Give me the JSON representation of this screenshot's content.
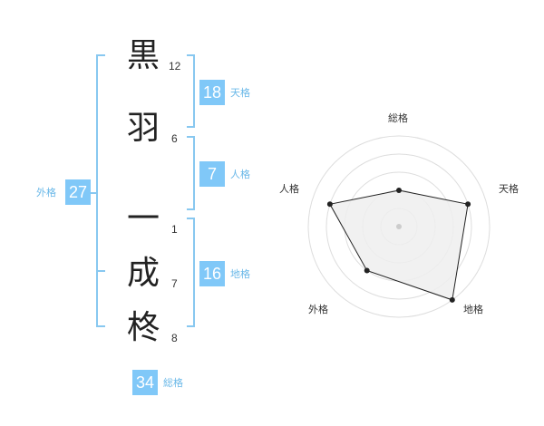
{
  "name": {
    "characters": [
      {
        "char": "黒",
        "strokes": "12"
      },
      {
        "char": "羽",
        "strokes": "6"
      },
      {
        "char": "一",
        "strokes": "1"
      },
      {
        "char": "成",
        "strokes": "7"
      },
      {
        "char": "柊",
        "strokes": "8"
      }
    ]
  },
  "fortune": {
    "tenkaku": {
      "value": "18",
      "label": "天格"
    },
    "jinkaku": {
      "value": "7",
      "label": "人格"
    },
    "chikaku": {
      "value": "16",
      "label": "地格"
    },
    "gaikaku": {
      "value": "27",
      "label": "外格"
    },
    "soukaku": {
      "value": "34",
      "label": "総格"
    }
  },
  "colors": {
    "accent": "#80c8f8",
    "bracket": "#88c8f0",
    "label": "#6ab8e8",
    "radar_fill": "#efefef",
    "radar_line": "#222222"
  },
  "chart_data": {
    "type": "radar",
    "axes": [
      "総格",
      "天格",
      "地格",
      "外格",
      "人格"
    ],
    "values": [
      2,
      4,
      5,
      3,
      4
    ],
    "rmax": 5,
    "rings": 5
  }
}
